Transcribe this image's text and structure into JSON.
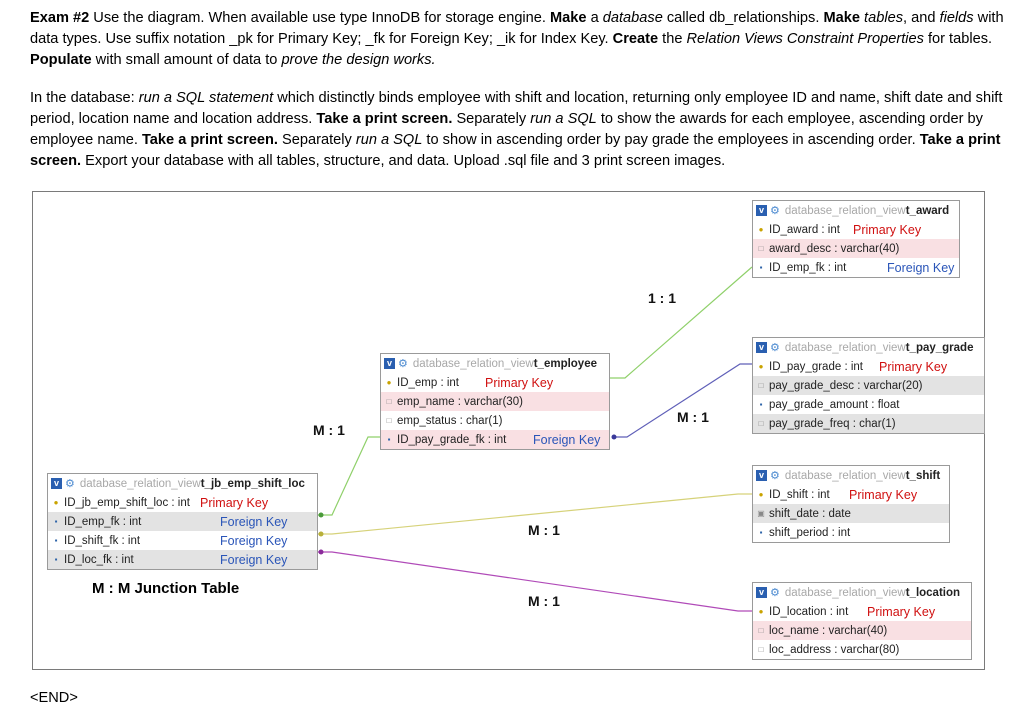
{
  "instructions": {
    "p1": [
      {
        "t": "Exam #2",
        "s": "b"
      },
      {
        "t": " Use the diagram. When available use type InnoDB for storage engine.  ",
        "s": ""
      },
      {
        "t": "Make",
        "s": "b"
      },
      {
        "t": " a ",
        "s": ""
      },
      {
        "t": "database",
        "s": "i"
      },
      {
        "t": " called db_relationships.  ",
        "s": ""
      },
      {
        "t": "Make",
        "s": "b"
      },
      {
        "t": " ",
        "s": ""
      },
      {
        "t": "tables",
        "s": "i"
      },
      {
        "t": ", and ",
        "s": ""
      },
      {
        "t": "fields",
        "s": "i"
      },
      {
        "t": " with data types.  Use suffix notation _pk for Primary Key;  _fk for Foreign Key; _ik for Index Key.  ",
        "s": ""
      },
      {
        "t": "Create",
        "s": "b"
      },
      {
        "t": " the ",
        "s": ""
      },
      {
        "t": "Relation Views Constraint Properties",
        "s": "i"
      },
      {
        "t": " for tables.   ",
        "s": ""
      },
      {
        "t": "Populate",
        "s": "b"
      },
      {
        "t": " with small amount of data to ",
        "s": ""
      },
      {
        "t": "prove the design works.",
        "s": "i"
      }
    ],
    "p2": [
      {
        "t": "In the database: ",
        "s": ""
      },
      {
        "t": "run a SQL statement",
        "s": "i"
      },
      {
        "t": " which distinctly binds employee with shift and location, returning only employee ID and name, shift date and shift period, location name and location address.  ",
        "s": ""
      },
      {
        "t": "Take a print screen.",
        "s": "b"
      },
      {
        "t": "  Separately ",
        "s": ""
      },
      {
        "t": "run a SQL",
        "s": "i"
      },
      {
        "t": " to show the awards for each employee, ascending order by employee name.  ",
        "s": ""
      },
      {
        "t": "Take a print screen.",
        "s": "b"
      },
      {
        "t": "  Separately ",
        "s": ""
      },
      {
        "t": "run a SQL",
        "s": "i"
      },
      {
        "t": " to show in ascending order by pay grade the employees in ascending order.  ",
        "s": ""
      },
      {
        "t": "Take a print screen.",
        "s": "b"
      },
      {
        "t": "  Export your database with all tables, structure, and data.  Upload .sql file and 3 print screen images.",
        "s": ""
      }
    ]
  },
  "diagram": {
    "db_label": "database_relation_view",
    "junction_caption": "M : M  Junction Table",
    "relations": {
      "award": "1 : 1",
      "employee": "M : 1",
      "pay_grade": "M : 1",
      "shift": "M : 1",
      "location": "M : 1"
    },
    "tables": {
      "award": {
        "name": "t_award",
        "fields": [
          {
            "text": "ID_award : int",
            "note": "Primary Key",
            "kind": "pk",
            "icon": "key-icon"
          },
          {
            "text": "award_desc : varchar(40)",
            "note": "",
            "kind": "",
            "icon": "column-icon"
          },
          {
            "text": "ID_emp_fk : int",
            "note": "Foreign Key",
            "kind": "fk",
            "icon": "index-icon"
          }
        ]
      },
      "employee": {
        "name": "t_employee",
        "fields": [
          {
            "text": "ID_emp : int",
            "note": "Primary Key",
            "kind": "pk",
            "icon": "key-icon"
          },
          {
            "text": "emp_name : varchar(30)",
            "note": "",
            "kind": "",
            "icon": "column-icon"
          },
          {
            "text": "emp_status : char(1)",
            "note": "",
            "kind": "",
            "icon": "column-icon"
          },
          {
            "text": "ID_pay_grade_fk : int",
            "note": "Foreign Key",
            "kind": "fk",
            "icon": "index-icon"
          }
        ]
      },
      "pay_grade": {
        "name": "t_pay_grade",
        "fields": [
          {
            "text": "ID_pay_grade : int",
            "note": "Primary Key",
            "kind": "pk",
            "icon": "key-icon"
          },
          {
            "text": "pay_grade_desc : varchar(20)",
            "note": "",
            "kind": "",
            "icon": "column-icon"
          },
          {
            "text": "pay_grade_amount : float",
            "note": "",
            "kind": "",
            "icon": "index-icon"
          },
          {
            "text": "pay_grade_freq : char(1)",
            "note": "",
            "kind": "",
            "icon": "column-icon"
          }
        ]
      },
      "shift": {
        "name": "t_shift",
        "fields": [
          {
            "text": "ID_shift : int",
            "note": "Primary Key",
            "kind": "pk",
            "icon": "key-icon"
          },
          {
            "text": "shift_date : date",
            "note": "",
            "kind": "",
            "icon": "date-icon"
          },
          {
            "text": "shift_period : int",
            "note": "",
            "kind": "",
            "icon": "index-icon"
          }
        ]
      },
      "location": {
        "name": "t_location",
        "fields": [
          {
            "text": "ID_location : int",
            "note": "Primary Key",
            "kind": "pk",
            "icon": "key-icon"
          },
          {
            "text": "loc_name : varchar(40)",
            "note": "",
            "kind": "",
            "icon": "column-icon"
          },
          {
            "text": "loc_address : varchar(80)",
            "note": "",
            "kind": "",
            "icon": "column-icon"
          }
        ]
      },
      "junction": {
        "name": "t_jb_emp_shift_loc",
        "fields": [
          {
            "text": "ID_jb_emp_shift_loc : int",
            "note": "Primary Key",
            "kind": "pk",
            "icon": "key-icon"
          },
          {
            "text": "ID_emp_fk : int",
            "note": "Foreign Key",
            "kind": "fk",
            "icon": "index-icon"
          },
          {
            "text": "ID_shift_fk : int",
            "note": "Foreign Key",
            "kind": "fk",
            "icon": "index-icon"
          },
          {
            "text": "ID_loc_fk : int",
            "note": "Foreign Key",
            "kind": "fk",
            "icon": "index-icon"
          }
        ]
      }
    }
  },
  "end_marker": "<END>",
  "colors": {
    "award_link": "#8fd06a",
    "employee_link": "#8fd06a",
    "pay_grade_link": "#5f5fb8",
    "shift_link": "#d6d27a",
    "location_link": "#b04ab8"
  }
}
